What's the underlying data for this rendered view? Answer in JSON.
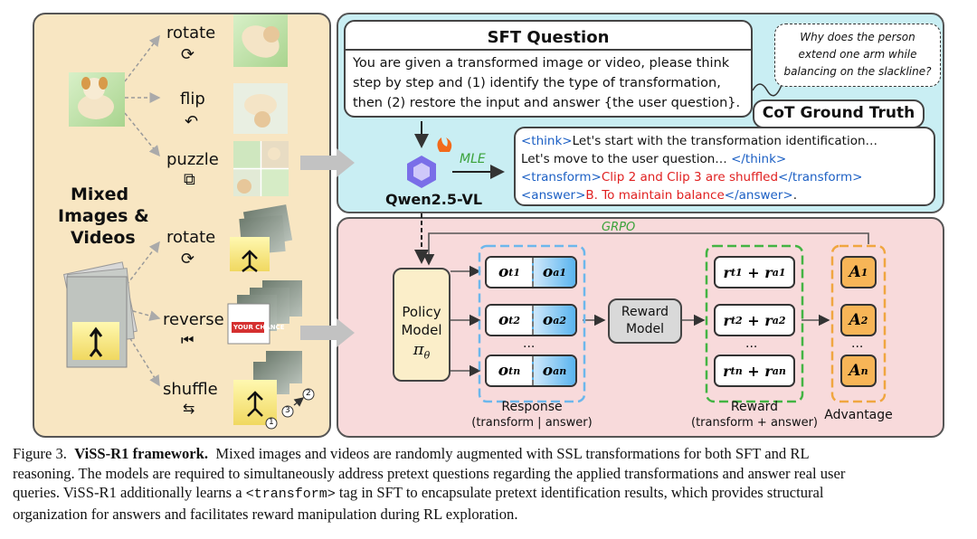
{
  "left_panel": {
    "title_lines": [
      "Mixed",
      "Images &",
      "Videos"
    ],
    "image_transforms": [
      "rotate",
      "flip",
      "puzzle"
    ],
    "video_transforms": [
      "rotate",
      "reverse",
      "shuffle"
    ],
    "video_frame_text_1": "YOUR CHANCE",
    "clip_numbers": [
      "1",
      "2",
      "3"
    ]
  },
  "sft": {
    "title": "SFT Question",
    "lines": [
      "You are given a transformed image or video, please think",
      "step by step and (1) identify the type of transformation,",
      "then (2) restore the input and answer {the user question}."
    ],
    "user_question_lines": [
      "Why does the person",
      "extend one arm while",
      "balancing on the slackline?"
    ],
    "model_name": "Qwen2.5-VL",
    "mle_label": "MLE",
    "cot": {
      "title": "CoT Ground Truth",
      "think_open": "<think>",
      "think_text_1": "Let's start with the transformation identification…",
      "think_text_2": "Let's move to the user question… ",
      "think_close": "</think>",
      "transform_open": "<transform>",
      "transform_text": "Clip 2 and Clip 3 are shuffled",
      "transform_close": "</transform>",
      "answer_open": "<answer>",
      "answer_text": "B. To maintain balance",
      "answer_close": "</answer>",
      "answer_end": "."
    }
  },
  "rl": {
    "grpo_label": "GRPO",
    "policy_lines": [
      "Policy",
      "Model"
    ],
    "policy_symbol": "π",
    "policy_sub": "θ",
    "reward_model_lines": [
      "Reward",
      "Model"
    ],
    "response_label": "Response",
    "response_sub": "(transform | answer)",
    "reward_label": "Reward",
    "reward_sub": "(transform + answer)",
    "advantage_label": "Advantage",
    "ellipsis": "...",
    "indices": [
      "1",
      "2",
      "n"
    ]
  },
  "caption": {
    "figure": "Figure 3.",
    "bold_title": "ViSS-R1 framework.",
    "line1": "Mixed images and videos are randomly augmented with SSL transformations for both SFT and RL",
    "line2": "reasoning. The models are required to simultaneously address pretext questions regarding the applied transformations and answer real user",
    "line3a": "queries. ViSS-R1 additionally learns a ",
    "tag": "<transform>",
    "line3b": " tag in SFT to encapsulate pretext identification results, which provides structural",
    "line4": "organization for answers and facilitates reward manipulation during RL exploration."
  },
  "colors": {
    "left_bg": "#f8e6c2",
    "sft_bg": "#c9eef3",
    "rl_bg": "#f8dadb",
    "tag_blue": "#1b5fc4",
    "highlight_red": "#e02020",
    "mle_green": "#3aa23a",
    "advantage_orange": "#f7b557",
    "response_blue": "#59b4ef",
    "reward_green": "#43b443"
  }
}
